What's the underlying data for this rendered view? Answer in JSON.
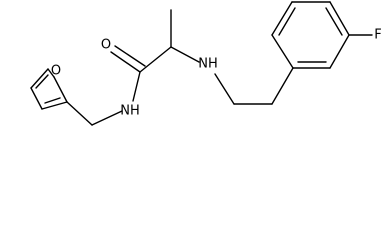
{
  "molecule": {
    "labels": {
      "furan_oxygen": "O",
      "carbonyl_oxygen": "O",
      "amide_nh": "NH",
      "amine_nh": "NH",
      "fluorine": "F"
    }
  }
}
